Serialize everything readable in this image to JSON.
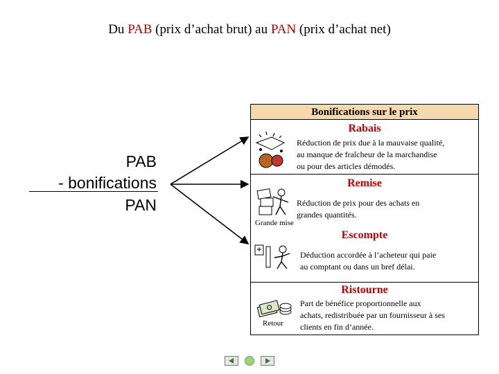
{
  "title": {
    "part1": "Du ",
    "pab": "PAB",
    "part2": " (prix d’achat brut)  au  ",
    "pan": "PAN",
    "part3": " (prix d’achat net)"
  },
  "calculation": {
    "line1": "PAB",
    "line2": "- bonifications",
    "result": "PAN"
  },
  "panel": {
    "header": "Bonifications sur le prix",
    "sections": [
      {
        "title": "Rabais",
        "lines": [
          "Réduction de prix due à la mauvaise qualité,",
          "au manque de fraîcheur de la marchandise",
          "ou pour des articles démodés."
        ],
        "icon": "damaged-goods-icon"
      },
      {
        "title": "Remise",
        "lines": [
          "Réduction de prix pour des achats en",
          "grandes quantités."
        ],
        "caption": "Grande mise",
        "icon": "stacked-boxes-icon"
      },
      {
        "title": "Escompte",
        "lines": [
          "Déduction accordée à l’acheteur qui paie",
          "au comptant ou dans un bref délai."
        ],
        "icon": "cash-payment-icon"
      },
      {
        "title": "Ristourne",
        "lines": [
          "Part de bénéfice proportionnelle aux",
          "achats, redistribuée par un fournisseur à ses",
          "clients en fin d’année."
        ],
        "caption": "Retour",
        "icon": "money-stack-icon"
      }
    ]
  },
  "colors": {
    "accent_red": "#c00000",
    "header_bg": "#f4d9ad",
    "nav_green": "#9ad37a",
    "nav_arrow": "#2e7d32"
  },
  "nav": {
    "prev_icon": "arrow-left-icon",
    "home_icon": "circle-icon",
    "next_icon": "arrow-right-icon"
  }
}
